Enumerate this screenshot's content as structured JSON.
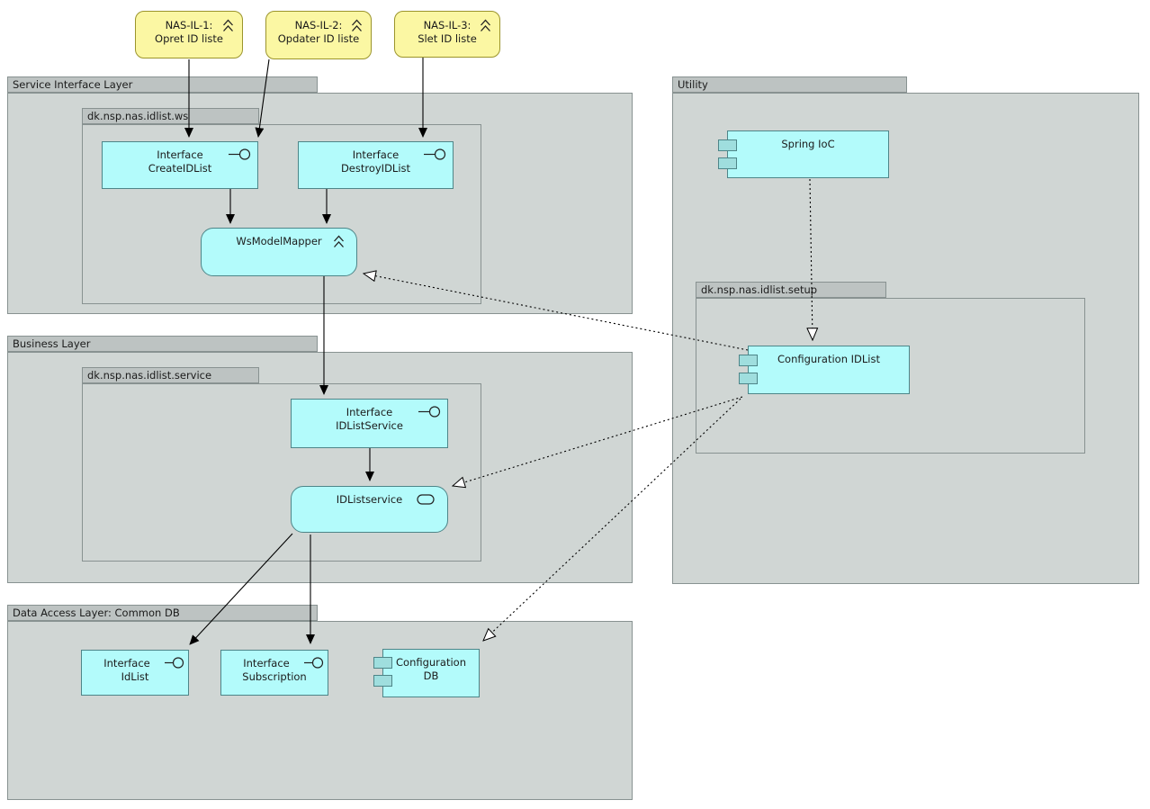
{
  "diagram": {
    "notes": [
      {
        "line1": "NAS-IL-1:",
        "line2": "Opret ID liste"
      },
      {
        "line1": "NAS-IL-2:",
        "line2": "Opdater ID liste"
      },
      {
        "line1": "NAS-IL-3:",
        "line2": "Slet ID liste"
      }
    ],
    "layers": {
      "service_interface": {
        "label": "Service Interface Layer"
      },
      "business": {
        "label": "Business Layer"
      },
      "data_access": {
        "label": "Data Access Layer: Common DB"
      },
      "utility": {
        "label": "Utility"
      }
    },
    "packages": {
      "ws": {
        "label": "dk.nsp.nas.idlist.ws"
      },
      "service": {
        "label": "dk.nsp.nas.idlist.service"
      },
      "setup": {
        "label": "dk.nsp.nas.idlist.setup"
      }
    },
    "components": {
      "create_idlist": {
        "line1": "Interface",
        "line2": "CreateIDList"
      },
      "destroy_idlist": {
        "line1": "Interface",
        "line2": "DestroyIDList"
      },
      "ws_model_mapper": {
        "label": "WsModelMapper"
      },
      "idlist_service_interface": {
        "line1": "Interface",
        "line2": "IDListService"
      },
      "idlist_service": {
        "label": "IDListservice"
      },
      "idlist_interface": {
        "line1": "Interface",
        "line2": "IdList"
      },
      "subscription_interface": {
        "line1": "Interface",
        "line2": "Subscription"
      },
      "config_db": {
        "line1": "Configuration",
        "line2": "DB"
      },
      "spring_ioc": {
        "label": "Spring IoC"
      },
      "config_idlist": {
        "label": "Configuration IDList"
      }
    },
    "colors": {
      "component_fill": "#b3fbfb",
      "component_border": "#4e8588",
      "component_port": "#9fdede",
      "package_fill": "#d0d6d4",
      "package_tab_fill": "#bdc3c2",
      "package_border": "#889291",
      "note_fill": "#fbf7a3",
      "note_border": "#9b942c",
      "connector": "#000000"
    }
  }
}
